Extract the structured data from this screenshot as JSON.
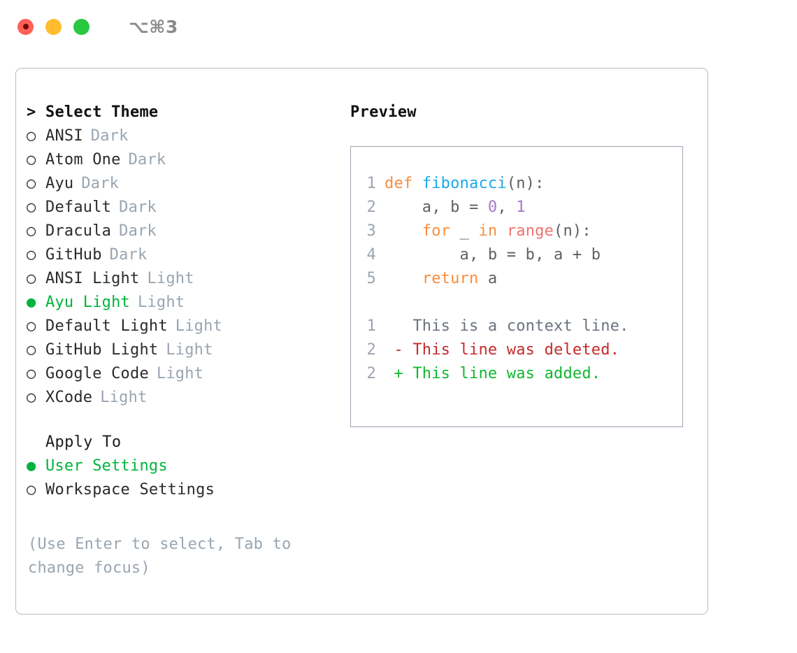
{
  "window": {
    "shortcut_label": "⌥⌘3",
    "traffic_lights": [
      {
        "name": "close",
        "color": "#ff6058"
      },
      {
        "name": "minimize",
        "color": "#ffbd2e"
      },
      {
        "name": "zoom",
        "color": "#28c840"
      }
    ]
  },
  "theme_list": {
    "header": {
      "marker": ">",
      "label": "Select Theme"
    },
    "items": [
      {
        "marker": "○",
        "name": "ANSI",
        "tag": "Dark",
        "selected": false
      },
      {
        "marker": "○",
        "name": "Atom One",
        "tag": "Dark",
        "selected": false
      },
      {
        "marker": "○",
        "name": "Ayu",
        "tag": "Dark",
        "selected": false
      },
      {
        "marker": "○",
        "name": "Default",
        "tag": "Dark",
        "selected": false
      },
      {
        "marker": "○",
        "name": "Dracula",
        "tag": "Dark",
        "selected": false
      },
      {
        "marker": "○",
        "name": "GitHub",
        "tag": "Dark",
        "selected": false
      },
      {
        "marker": "○",
        "name": "ANSI Light",
        "tag": "Light",
        "selected": false
      },
      {
        "marker": "●",
        "name": "Ayu Light",
        "tag": "Light",
        "selected": true
      },
      {
        "marker": "○",
        "name": "Default Light",
        "tag": "Light",
        "selected": false
      },
      {
        "marker": "○",
        "name": "GitHub Light",
        "tag": "Light",
        "selected": false
      },
      {
        "marker": "○",
        "name": "Google Code",
        "tag": "Light",
        "selected": false
      },
      {
        "marker": "○",
        "name": "XCode",
        "tag": "Light",
        "selected": false
      }
    ]
  },
  "apply_to": {
    "label": "Apply To",
    "options": [
      {
        "marker": "●",
        "label": "User Settings",
        "selected": true
      },
      {
        "marker": "○",
        "label": "Workspace Settings",
        "selected": false
      }
    ]
  },
  "hint": "(Use Enter to select, Tab to change focus)",
  "preview": {
    "title": "Preview",
    "code_lines": [
      {
        "number": "1",
        "tokens": [
          {
            "text": "def ",
            "color": "#fa8d3e"
          },
          {
            "text": "fibonacci",
            "color": "#1ba8ec"
          },
          {
            "text": "(n):",
            "color": "#5c6166"
          }
        ]
      },
      {
        "number": "2",
        "tokens": [
          {
            "text": "    a, b = ",
            "color": "#5c6166"
          },
          {
            "text": "0",
            "color": "#a37acc"
          },
          {
            "text": ", ",
            "color": "#5c6166"
          },
          {
            "text": "1",
            "color": "#a37acc"
          }
        ]
      },
      {
        "number": "3",
        "tokens": [
          {
            "text": "    ",
            "color": "#5c6166"
          },
          {
            "text": "for",
            "color": "#fa8d3e"
          },
          {
            "text": " _ ",
            "color": "#5c6166"
          },
          {
            "text": "in",
            "color": "#fa8d3e"
          },
          {
            "text": " ",
            "color": "#5c6166"
          },
          {
            "text": "range",
            "color": "#f07171"
          },
          {
            "text": "(n):",
            "color": "#5c6166"
          }
        ]
      },
      {
        "number": "4",
        "tokens": [
          {
            "text": "        a, b = b, a + b",
            "color": "#5c6166"
          }
        ]
      },
      {
        "number": "5",
        "tokens": [
          {
            "text": "    ",
            "color": "#5c6166"
          },
          {
            "text": "return",
            "color": "#fa8d3e"
          },
          {
            "text": " a",
            "color": "#5c6166"
          }
        ]
      }
    ],
    "diff_lines": [
      {
        "number": "1",
        "tokens": [
          {
            "text": "   This is a context line.",
            "color": "#6b7280"
          }
        ]
      },
      {
        "number": "2",
        "tokens": [
          {
            "text": " - This line was deleted.",
            "color": "#c62a2a"
          }
        ]
      },
      {
        "number": "2",
        "tokens": [
          {
            "text": " + This line was added.",
            "color": "#12b832"
          }
        ]
      }
    ]
  },
  "colors": {
    "accent_green": "#00b33c",
    "muted_gray": "#9aa5b1",
    "text_dark": "#2b2b2b",
    "panel_border": "#b4bcc6",
    "code_border": "#9aa5b1"
  }
}
